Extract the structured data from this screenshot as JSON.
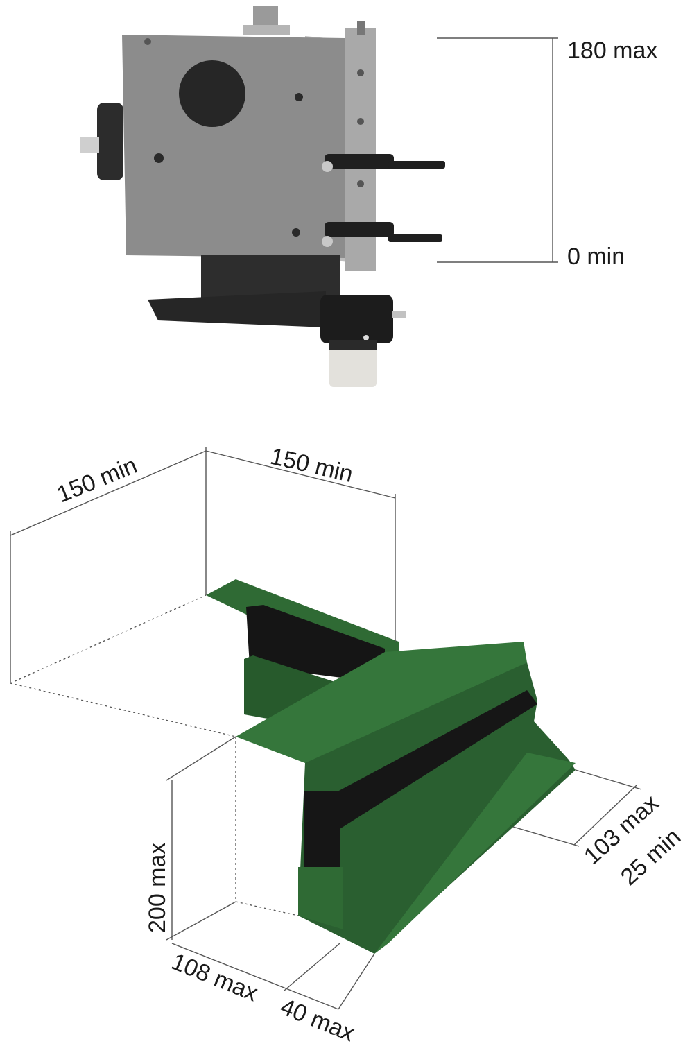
{
  "machine_head": {
    "height_max_label": "180 max",
    "height_min_label": "0 min"
  },
  "profile": {
    "length_a_label": "150 min",
    "length_b_label": "150 min",
    "height_label": "200 max",
    "depth_max_label": "103 max",
    "depth_min_label": "25 min",
    "width_label": "108 max",
    "lip_label": "40 max"
  },
  "colors": {
    "background": "#ffffff",
    "plate": "#8c8c8c",
    "dark_steel": "#2a2a2a",
    "profile_green": "#2f6a34",
    "profile_dark_green": "#1f4a24",
    "gasket_black": "#1a1a1a"
  }
}
